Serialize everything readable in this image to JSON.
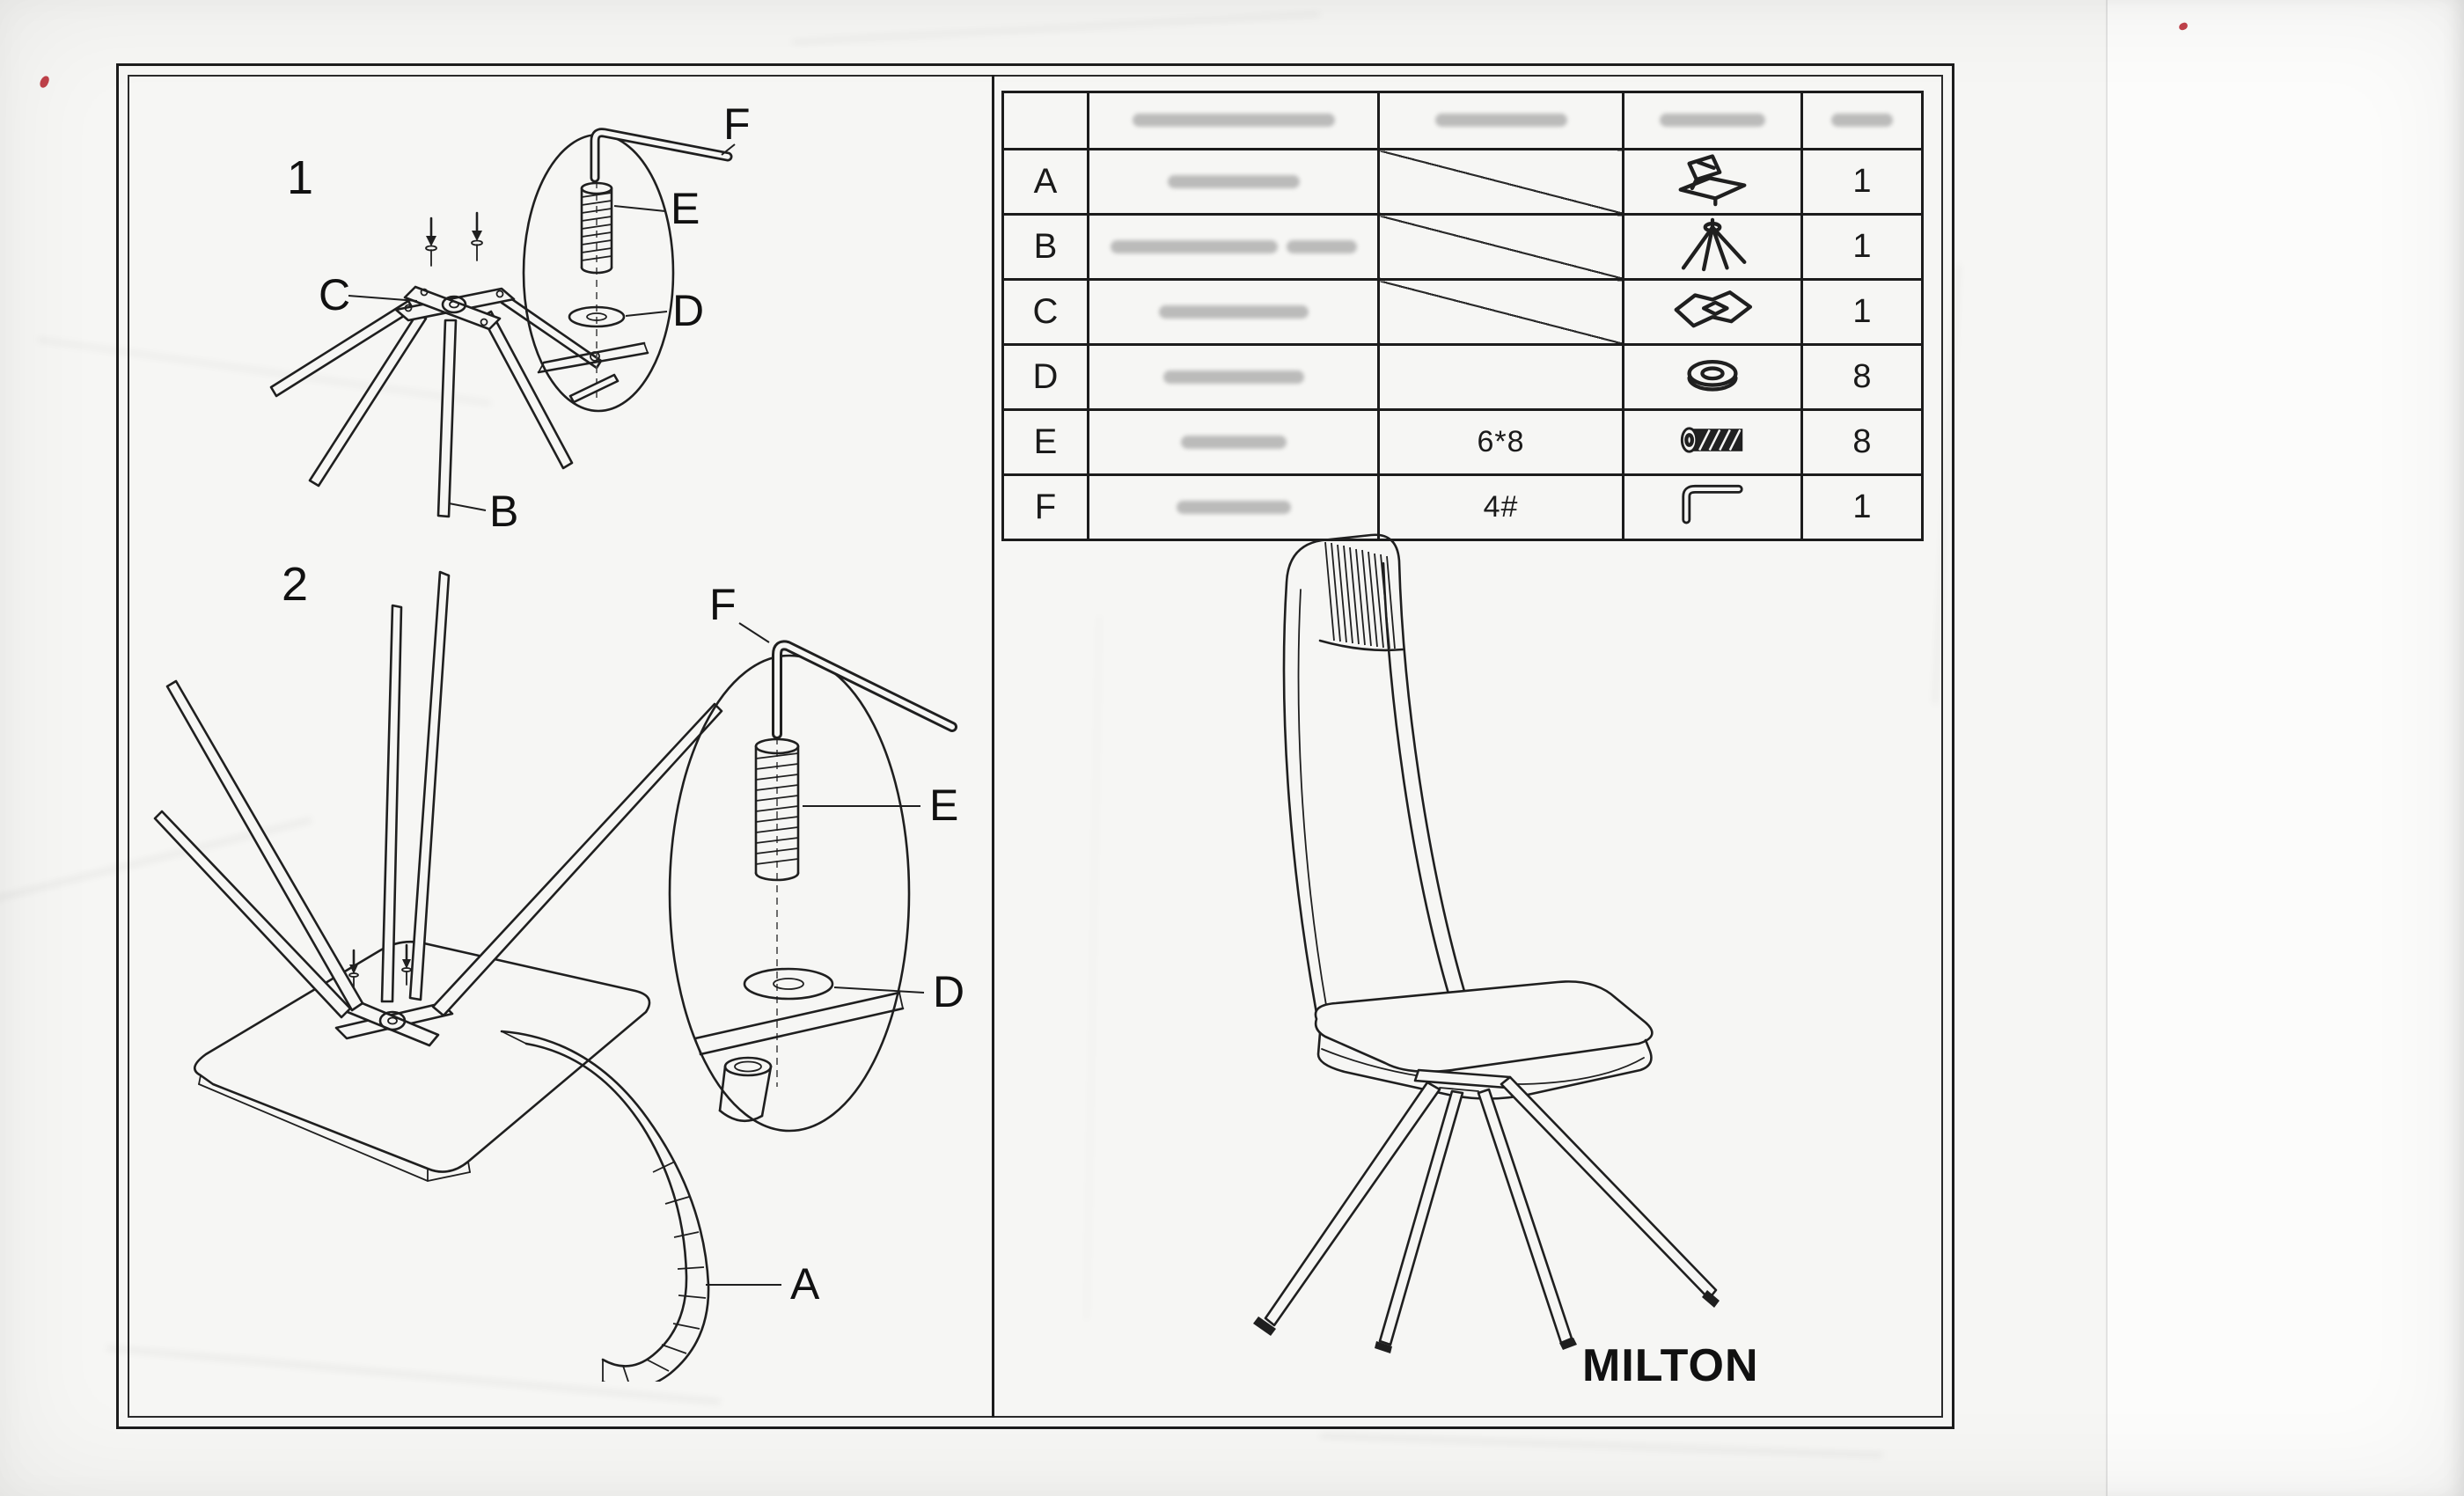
{
  "document": {
    "product_name": "MILTON"
  },
  "steps": {
    "step1": "1",
    "step2": "2"
  },
  "callouts": {
    "a": "A",
    "b": "B",
    "c": "C",
    "d": "D",
    "e": "E",
    "f": "F"
  },
  "parts_table": {
    "rows": [
      {
        "letter": "A",
        "spec": "",
        "qty": "1"
      },
      {
        "letter": "B",
        "spec": "",
        "qty": "1"
      },
      {
        "letter": "C",
        "spec": "",
        "qty": "1"
      },
      {
        "letter": "D",
        "spec": "",
        "qty": "8"
      },
      {
        "letter": "E",
        "spec": "6*8",
        "qty": "8"
      },
      {
        "letter": "F",
        "spec": "4#",
        "qty": "1"
      }
    ]
  }
}
